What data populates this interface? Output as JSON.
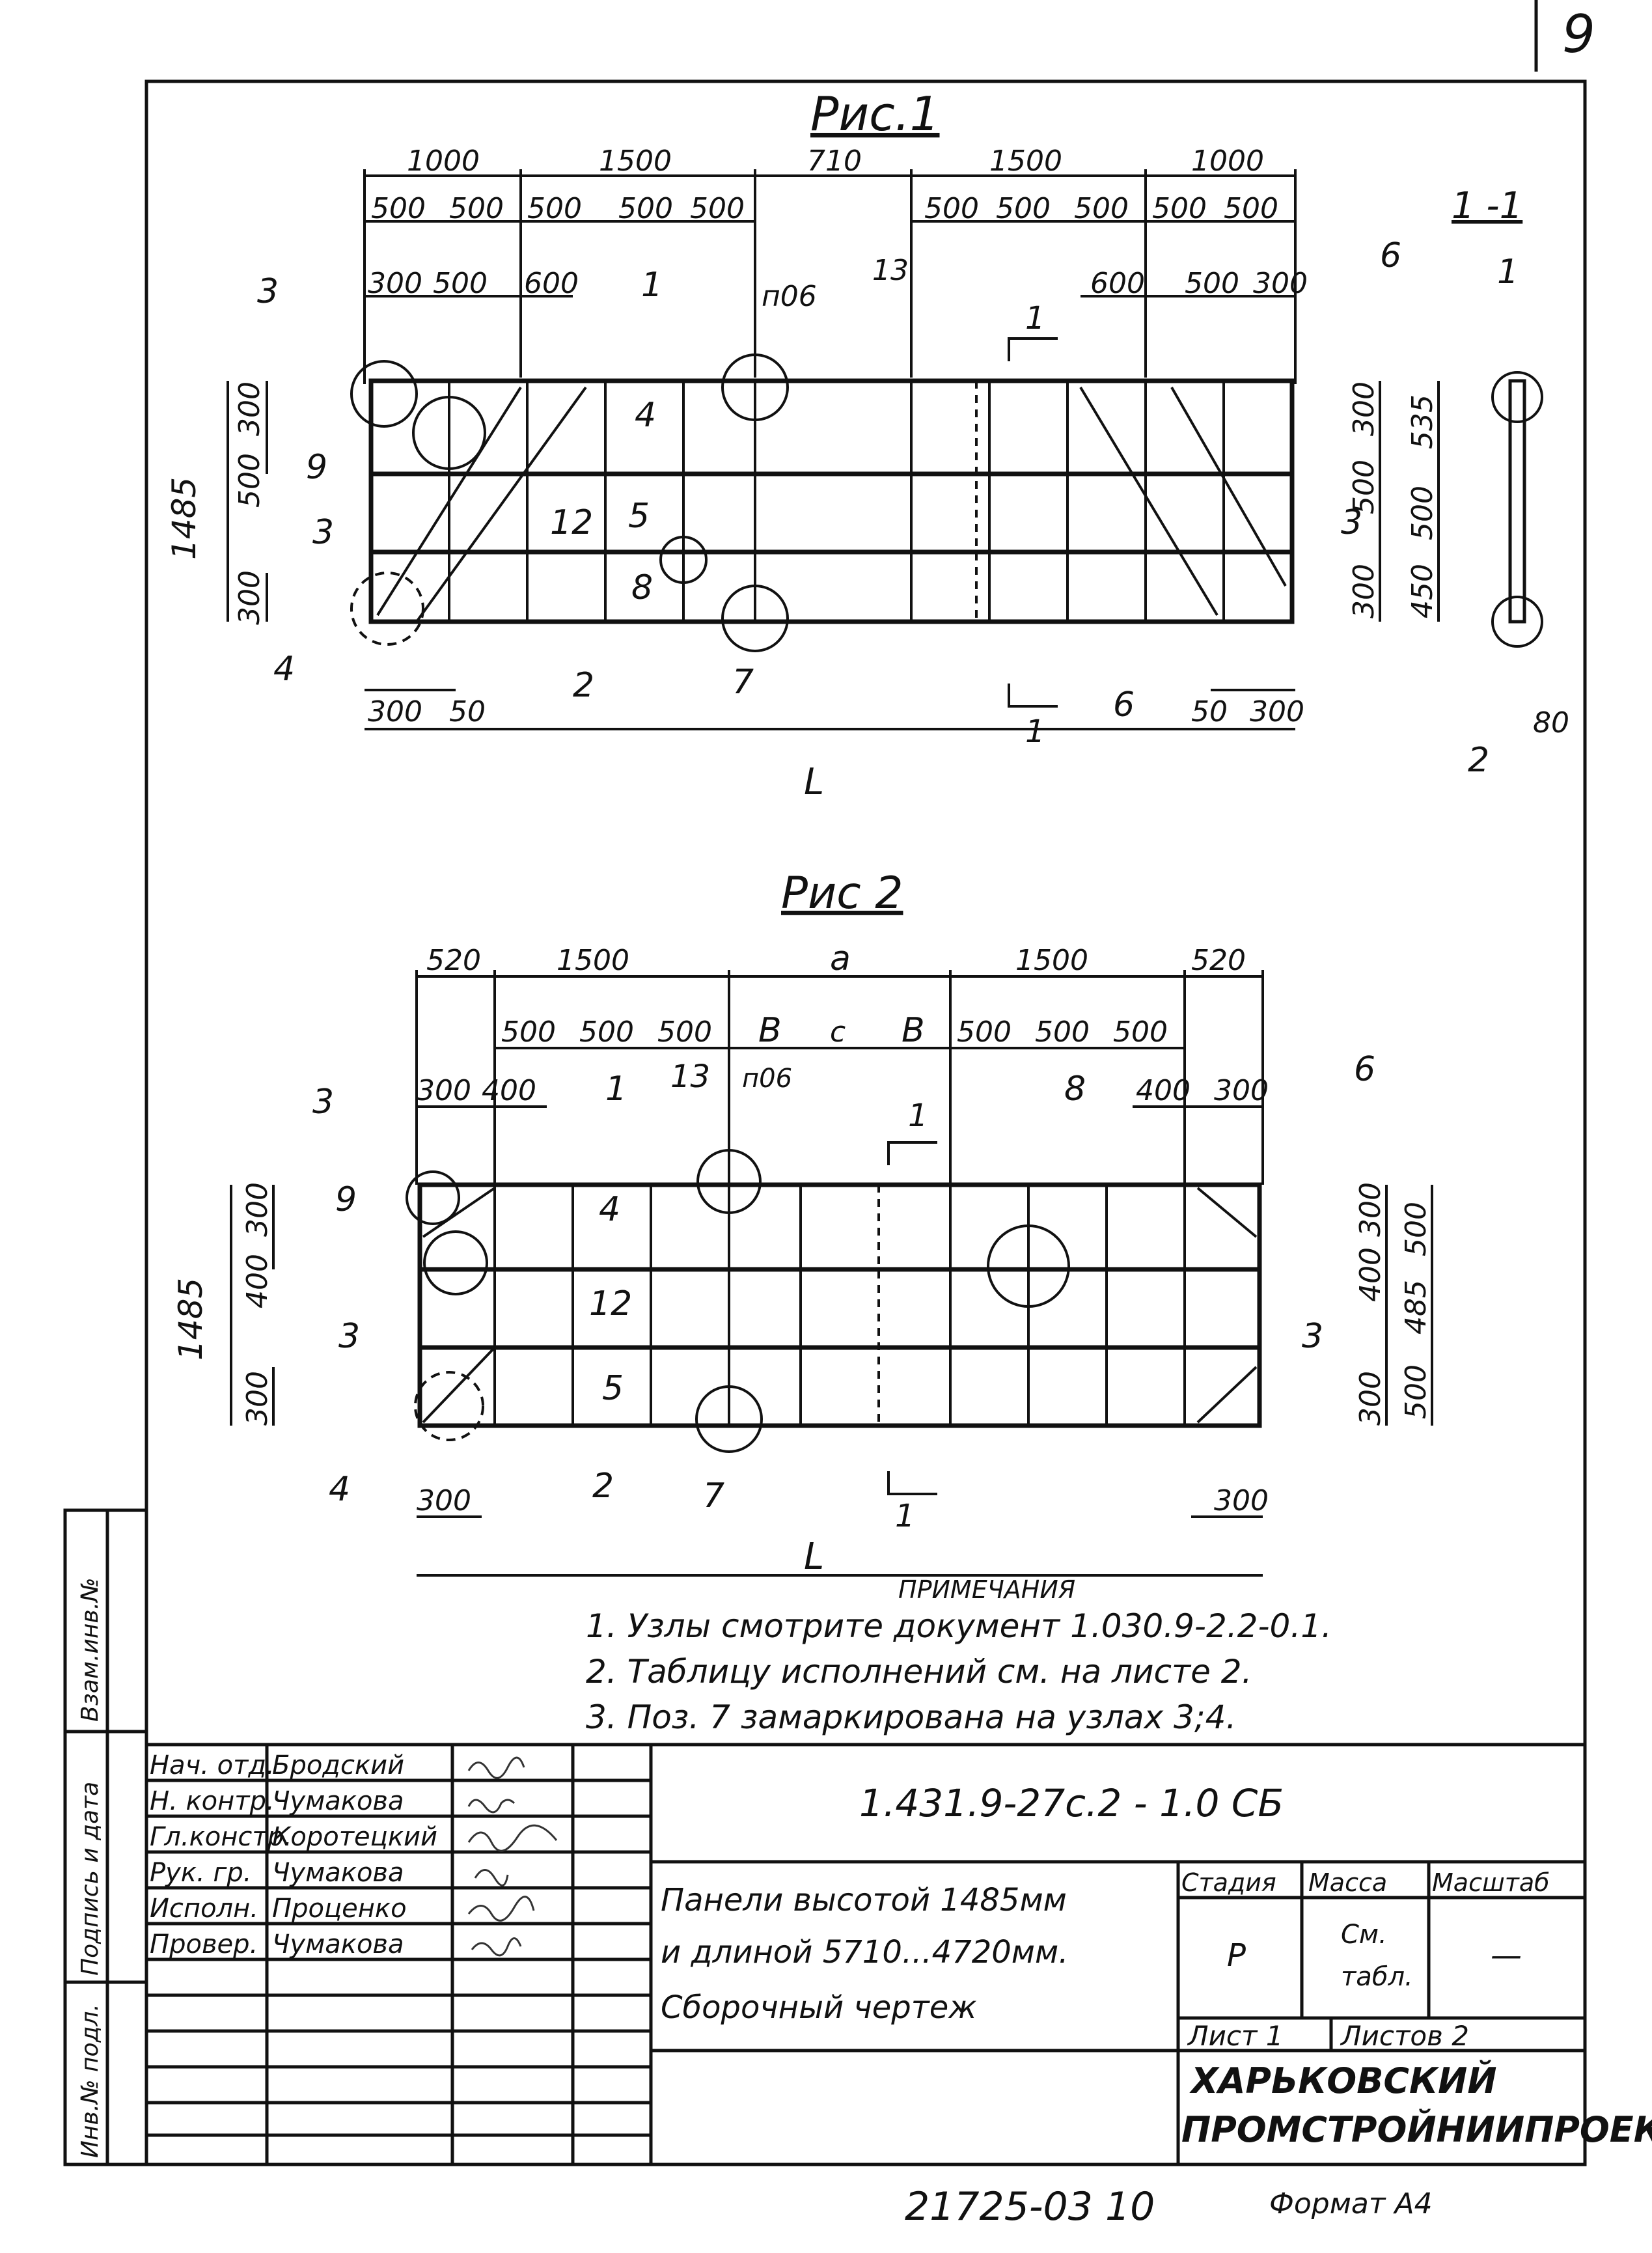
{
  "sheet": {
    "number": "9"
  },
  "fig1": {
    "title": "Рис.1",
    "top_dims": [
      "1000",
      "1500",
      "710",
      "1500",
      "1000"
    ],
    "mid_dims_left": [
      "500",
      "500",
      "500",
      "500",
      "500"
    ],
    "mid_dims_right": [
      "500",
      "500",
      "500",
      "500",
      "500"
    ],
    "low_dims_left": [
      "300",
      "500",
      "600"
    ],
    "low_dims_right": [
      "600",
      "500",
      "300"
    ],
    "left_vdims": [
      "300",
      "500",
      "300"
    ],
    "overall_height": "1485",
    "right_vdims_inner": [
      "300",
      "500",
      "300"
    ],
    "right_vdims_outer": [
      "535",
      "500",
      "450"
    ],
    "bottom_dims_left": [
      "300",
      "50"
    ],
    "bottom_dims_right": [
      "50",
      "300"
    ],
    "length_label": "L",
    "labels": {
      "p1": "1",
      "p2": "2",
      "p3a": "3",
      "p3b": "3",
      "p3c": "3",
      "p4a": "4",
      "p4b": "4",
      "p5": "5",
      "p6a": "6",
      "p6b": "6",
      "p7": "7",
      "p8": "8",
      "p9": "9",
      "p12": "12",
      "p13": "13",
      "p06": "п06"
    },
    "section_mark": "1"
  },
  "section": {
    "title": "1 -1",
    "label_top": "1",
    "label_bottom": "2",
    "dim": "80"
  },
  "fig2": {
    "title": "Рис 2",
    "top_dims": [
      "520",
      "1500",
      "a",
      "1500",
      "520"
    ],
    "mid_dims": [
      "500",
      "500",
      "500",
      "B",
      "c",
      "B",
      "500",
      "500",
      "500"
    ],
    "low_dims_left": [
      "300",
      "400"
    ],
    "low_dims_right": [
      "400",
      "300"
    ],
    "left_vdims": [
      "300",
      "400",
      "300"
    ],
    "overall_height": "1485",
    "right_vdims_inner": [
      "300",
      "400",
      "300"
    ],
    "right_vdims_outer": [
      "500",
      "485",
      "500"
    ],
    "bottom_dims": [
      "300",
      "300"
    ],
    "length_label": "L",
    "labels": {
      "p1": "1",
      "p2": "2",
      "p3a": "3",
      "p3b": "3",
      "p3c": "3",
      "p4a": "4",
      "p4b": "4",
      "p5": "5",
      "p6": "6",
      "p7": "7",
      "p8": "8",
      "p9": "9",
      "p12": "12",
      "p13": "13",
      "p06": "п06"
    },
    "section_mark": "1"
  },
  "notes": {
    "heading": "ПРИМЕЧАНИЯ",
    "items": [
      "1. Узлы смотрите документ 1.030.9-2.2-0.1.",
      "2. Таблицу исполнений см. на листе 2.",
      "3. Поз. 7 замаркирована на узлах 3;4."
    ]
  },
  "side_stamp": {
    "fields": [
      "Взам.инв.№",
      "Подпись и дата",
      "Инв.№ подл."
    ]
  },
  "title_block": {
    "roles": [
      "Нач. отд.",
      "Н. контр.",
      "Гл.констр.",
      "Рук. гр.",
      "Исполн.",
      "Провер."
    ],
    "names": [
      "Бродский",
      "Чумакова",
      "Коротецкий",
      "Чумакова",
      "Проценко",
      "Чумакова"
    ],
    "doc_code": "1.431.9-27с.2 - 1.0 СБ",
    "description": [
      "Панели высотой 1485мм",
      "и длиной 5710...4720мм.",
      "Сборочный чертеж"
    ],
    "col_headers": [
      "Стадия",
      "Масса",
      "Масштаб"
    ],
    "stage": "Р",
    "mass": [
      "См.",
      "табл."
    ],
    "scale": "—",
    "sheet_label": "Лист 1",
    "sheets_label": "Листов 2",
    "org": [
      "ХАРЬКОВСКИЙ",
      "ПРОМСТРОЙНИИПРОЕКТ"
    ]
  },
  "footer": {
    "archive_no": "21725-03 10",
    "format": "Формат А4"
  }
}
